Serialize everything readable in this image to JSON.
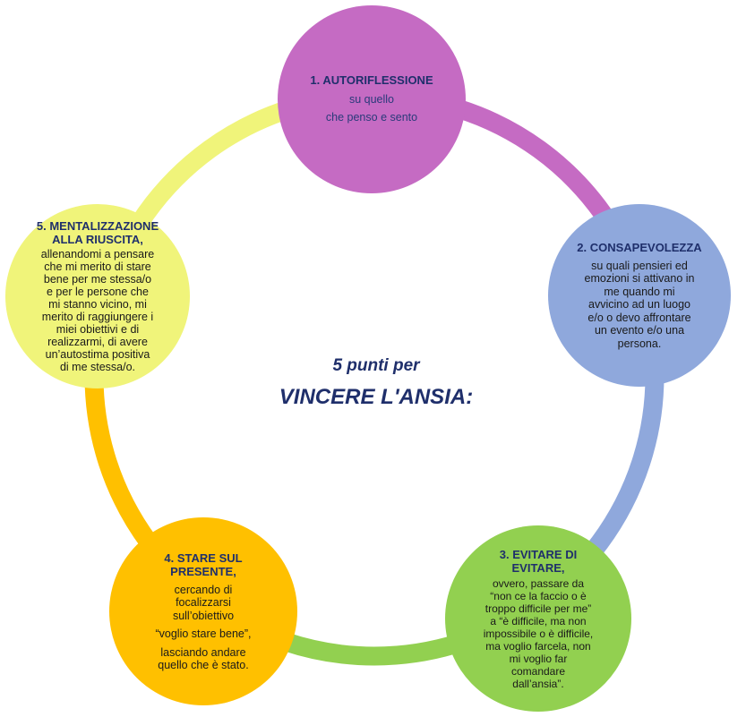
{
  "center": {
    "subtitle": "5 punti per",
    "title": "VINCERE L'ANSIA:"
  },
  "colors": {
    "step1": "#c56bc3",
    "step2": "#8fa8dc",
    "step3": "#92d050",
    "step4": "#ffc000",
    "step5": "#f0f47a",
    "text_dark_blue": "#1f2f6b"
  },
  "steps": [
    {
      "title": "1. AUTORIFLESSIONE",
      "body_lines": [
        "su quello",
        "che penso e sento"
      ]
    },
    {
      "title": "2. CONSAPEVOLEZZA",
      "body_lines": [
        "su quali pensieri ed",
        "emozioni si attivano in",
        "me quando mi",
        "avvicino ad un luogo",
        "e/o o devo affrontare",
        "un evento e/o una",
        "persona."
      ]
    },
    {
      "title_lines": [
        "3. EVITARE DI",
        "EVITARE,"
      ],
      "body_lines": [
        "ovvero, passare da",
        "“non ce la faccio o è",
        "troppo difficile per me”",
        "a “è difficile, ma non",
        "impossibile o è difficile,",
        "ma voglio farcela, non",
        "mi voglio far",
        "comandare",
        "dall’ansia”."
      ]
    },
    {
      "title_lines": [
        "4. STARE SUL",
        "PRESENTE,"
      ],
      "body_lines": [
        "cercando di",
        "focalizzarsi",
        "sull’obiettivo",
        "“voglio stare bene”,",
        "lasciando andare",
        "quello che è stato."
      ]
    },
    {
      "title_lines": [
        "5. MENTALIZZAZIONE",
        "ALLA RIUSCITA,"
      ],
      "body_lines": [
        "allenandomi a pensare",
        "che mi merito di stare",
        "bene per me stessa/o",
        "e per le persone che",
        "mi stanno vicino, mi",
        "merito di raggiungere i",
        "miei obiettivi e di",
        "realizzarmi, di avere",
        "un’autostima positiva",
        "di me stessa/o."
      ]
    }
  ]
}
